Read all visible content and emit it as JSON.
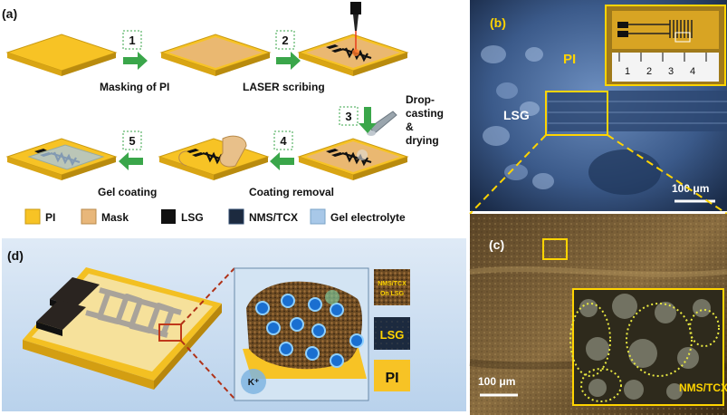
{
  "panel_a": {
    "label": "(a)",
    "steps": [
      "1",
      "2",
      "3",
      "4",
      "5"
    ],
    "captions": {
      "masking": "Masking of PI",
      "laser": "LASER scribing",
      "drop_line1": "Drop-",
      "drop_line2": "casting",
      "drop_line3": "&",
      "drop_line4": "drying",
      "removal": "Coating removal",
      "gel": "Gel coating"
    },
    "legend": [
      {
        "label": "PI",
        "color": "#f7c325"
      },
      {
        "label": "Mask",
        "color": "#e8b77a"
      },
      {
        "label": "LSG",
        "color": "#111111"
      },
      {
        "label": "NMS/TCX",
        "color": "#1c2a3f"
      },
      {
        "label": "Gel electrolyte",
        "color": "#a8c8e8"
      }
    ]
  },
  "panel_b": {
    "label": "(b)",
    "pi_label": "PI",
    "lsg_label": "LSG",
    "scale_bar": "100 μm",
    "ruler_ticks": [
      "1",
      "2",
      "3",
      "4"
    ]
  },
  "panel_c": {
    "label": "(c)",
    "scale_bar": "100 μm",
    "inset_label": "NMS/TCX"
  },
  "panel_d": {
    "label": "(d)",
    "ion_label": "K⁺",
    "layer_nms_line1": "NMS/TCX",
    "layer_nms_line2": "On LSG",
    "layer_lsg": "LSG",
    "layer_pi": "PI"
  },
  "colors": {
    "pi": "#f7c325",
    "mask": "#e8b77a",
    "lsg": "#111111",
    "arrow": "#3aa64a",
    "accent_yellow": "#ffd400",
    "panel_d_bg": "#cfe2f3"
  }
}
